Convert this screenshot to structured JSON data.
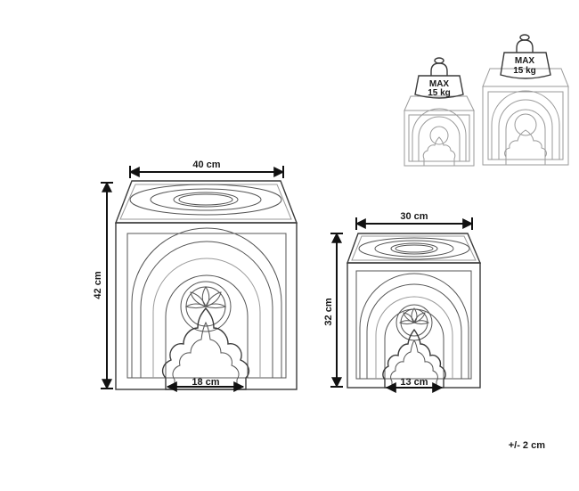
{
  "dimensions": {
    "large_width": "40 cm",
    "large_height": "42 cm",
    "large_opening": "18 cm",
    "small_width": "30 cm",
    "small_height": "32 cm",
    "small_opening": "13 cm"
  },
  "load": {
    "small_weight": [
      "MAX",
      "15 kg"
    ],
    "large_weight": [
      "MAX",
      "15 kg"
    ]
  },
  "tolerance": "+/- 2 cm"
}
